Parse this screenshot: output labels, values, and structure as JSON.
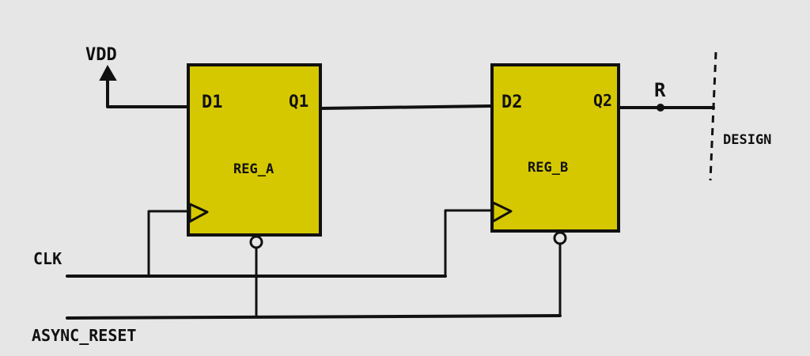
{
  "colors": {
    "background": "#e6e6e6",
    "register_fill": "#d6c800",
    "ink": "#111111"
  },
  "labels": {
    "vdd": "VDD",
    "clk": "CLK",
    "async_reset": "ASYNC_RESET",
    "r": "R",
    "design": "DESIGN"
  },
  "register_a": {
    "name": "REG_A",
    "d_pin": "D1",
    "q_pin": "Q1"
  },
  "register_b": {
    "name": "REG_B",
    "d_pin": "D2",
    "q_pin": "Q2"
  },
  "icons": {
    "vdd": "up-arrow-icon",
    "reset_bubble": "inversion-bubble-icon",
    "clock_input": "clock-triangle-icon"
  }
}
